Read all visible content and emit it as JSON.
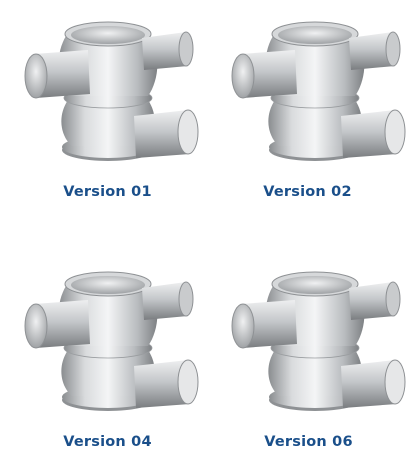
{
  "caption_color": "#1a4f8a",
  "variants": [
    {
      "label": "Version 01"
    },
    {
      "label": "Version 02"
    },
    {
      "label": "Version 04"
    },
    {
      "label": "Version 06"
    }
  ]
}
